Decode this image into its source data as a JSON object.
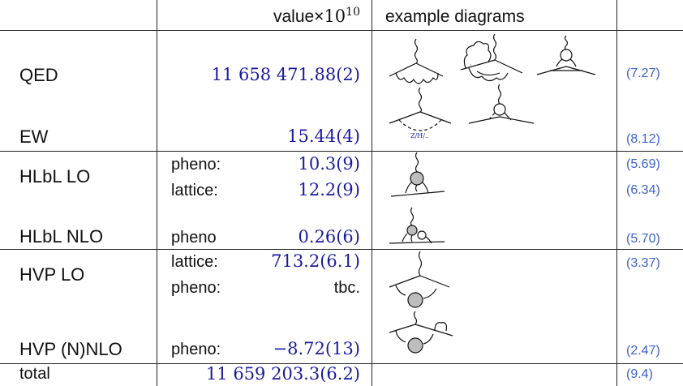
{
  "header": {
    "value_prefix": "value×",
    "value_base": "10",
    "value_exp": "10",
    "diagrams": "example diagrams"
  },
  "rows": {
    "qed": {
      "label": "QED",
      "value": "11 658 471.88(2)",
      "ref": "(7.27)"
    },
    "ew": {
      "label": "EW",
      "value": "15.44(4)",
      "ref": "(8.12)",
      "diagram_text": "Z/H/.."
    },
    "hlbl_lo": {
      "label": "HLbL LO",
      "sub1": "pheno:",
      "value1": "10.3(9)",
      "ref1": "(5.69)",
      "sub2": "lattice:",
      "value2": "12.2(9)",
      "ref2": "(6.34)"
    },
    "hlbl_nlo": {
      "label": "HLbL NLO",
      "sub": "pheno",
      "value": "0.26(6)",
      "ref": "(5.70)"
    },
    "hvp_lo": {
      "label": "HVP LO",
      "sub1": "lattice:",
      "value1": "713.2(6.1)",
      "ref1": "(3.37)",
      "sub2": "pheno:",
      "value2": "tbc."
    },
    "hvp_nnlo": {
      "label": "HVP (N)NLO",
      "sub": "pheno:",
      "value": "−8.72(13)",
      "ref": "(2.47)"
    },
    "total": {
      "label": "total",
      "value": "11 659 203.3(6.2)",
      "ref": "(9.4)"
    }
  },
  "colors": {
    "value": "#1a1aa0",
    "ref": "#3a5fd0",
    "blob": "#bdbdbd"
  }
}
